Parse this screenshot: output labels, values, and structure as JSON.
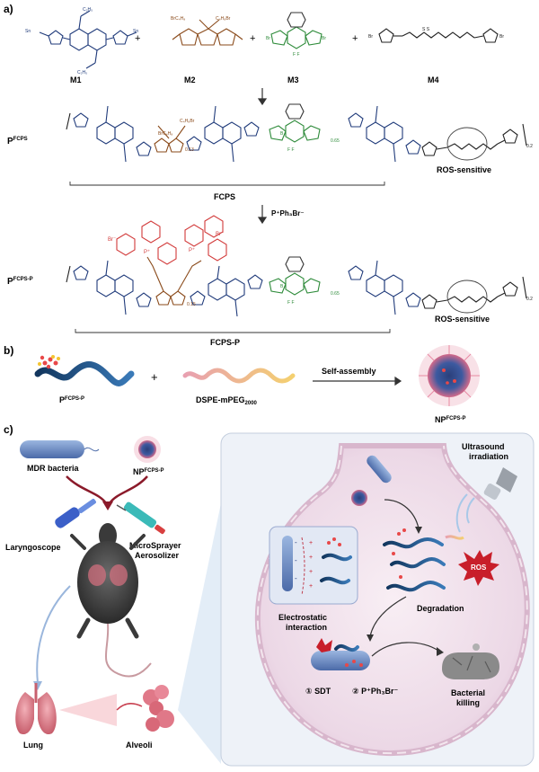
{
  "panels": {
    "a": {
      "label": "a)",
      "monomers": [
        "M1",
        "M2",
        "M3",
        "M4"
      ],
      "plus": "+",
      "polymer1": {
        "name_prefix": "P",
        "name_super": "FCPS",
        "bracket_label": "FCPS",
        "ros_label": "ROS-sensitive",
        "sub_013": "0.13",
        "sub_065": "0.65",
        "sub_02": "0.2"
      },
      "reagent": "P⁺Ph₃Br⁻",
      "polymer2": {
        "name_prefix": "P",
        "name_super": "FCPS-P",
        "bracket_label": "FCPS-P",
        "ros_label": "ROS-sensitive",
        "sub_015": "0.15",
        "sub_065": "0.65",
        "sub_02": "0.2",
        "counterion": "Br⁻"
      }
    },
    "b": {
      "label": "b)",
      "component1_prefix": "P",
      "component1_super": "FCPS-P",
      "plus": "+",
      "component2": "DSPE-mPEG",
      "component2_sub": "2000",
      "arrow_label": "Self-assembly",
      "product_prefix": "NP",
      "product_super": "FCPS-P"
    },
    "c": {
      "label": "c)",
      "bacteria_label": "MDR bacteria",
      "np_prefix": "NP",
      "np_super": "FCPS-P",
      "laryngoscope": "Laryngoscope",
      "sprayer_line1": "MicroSprayer",
      "sprayer_line2": "Aerosolizer",
      "lung": "Lung",
      "alveoli": "Alveoli",
      "ultrasound_line1": "Ultrasound",
      "ultrasound_line2": "irradiation",
      "ros": "ROS",
      "electrostatic_line1": "Electrostatic",
      "electrostatic_line2": "interaction",
      "degradation": "Degradation",
      "sdt": "① SDT",
      "pph3": "② P⁺Ph₃Br⁻",
      "killing_line1": "Bacterial",
      "killing_line2": "killing"
    }
  }
}
